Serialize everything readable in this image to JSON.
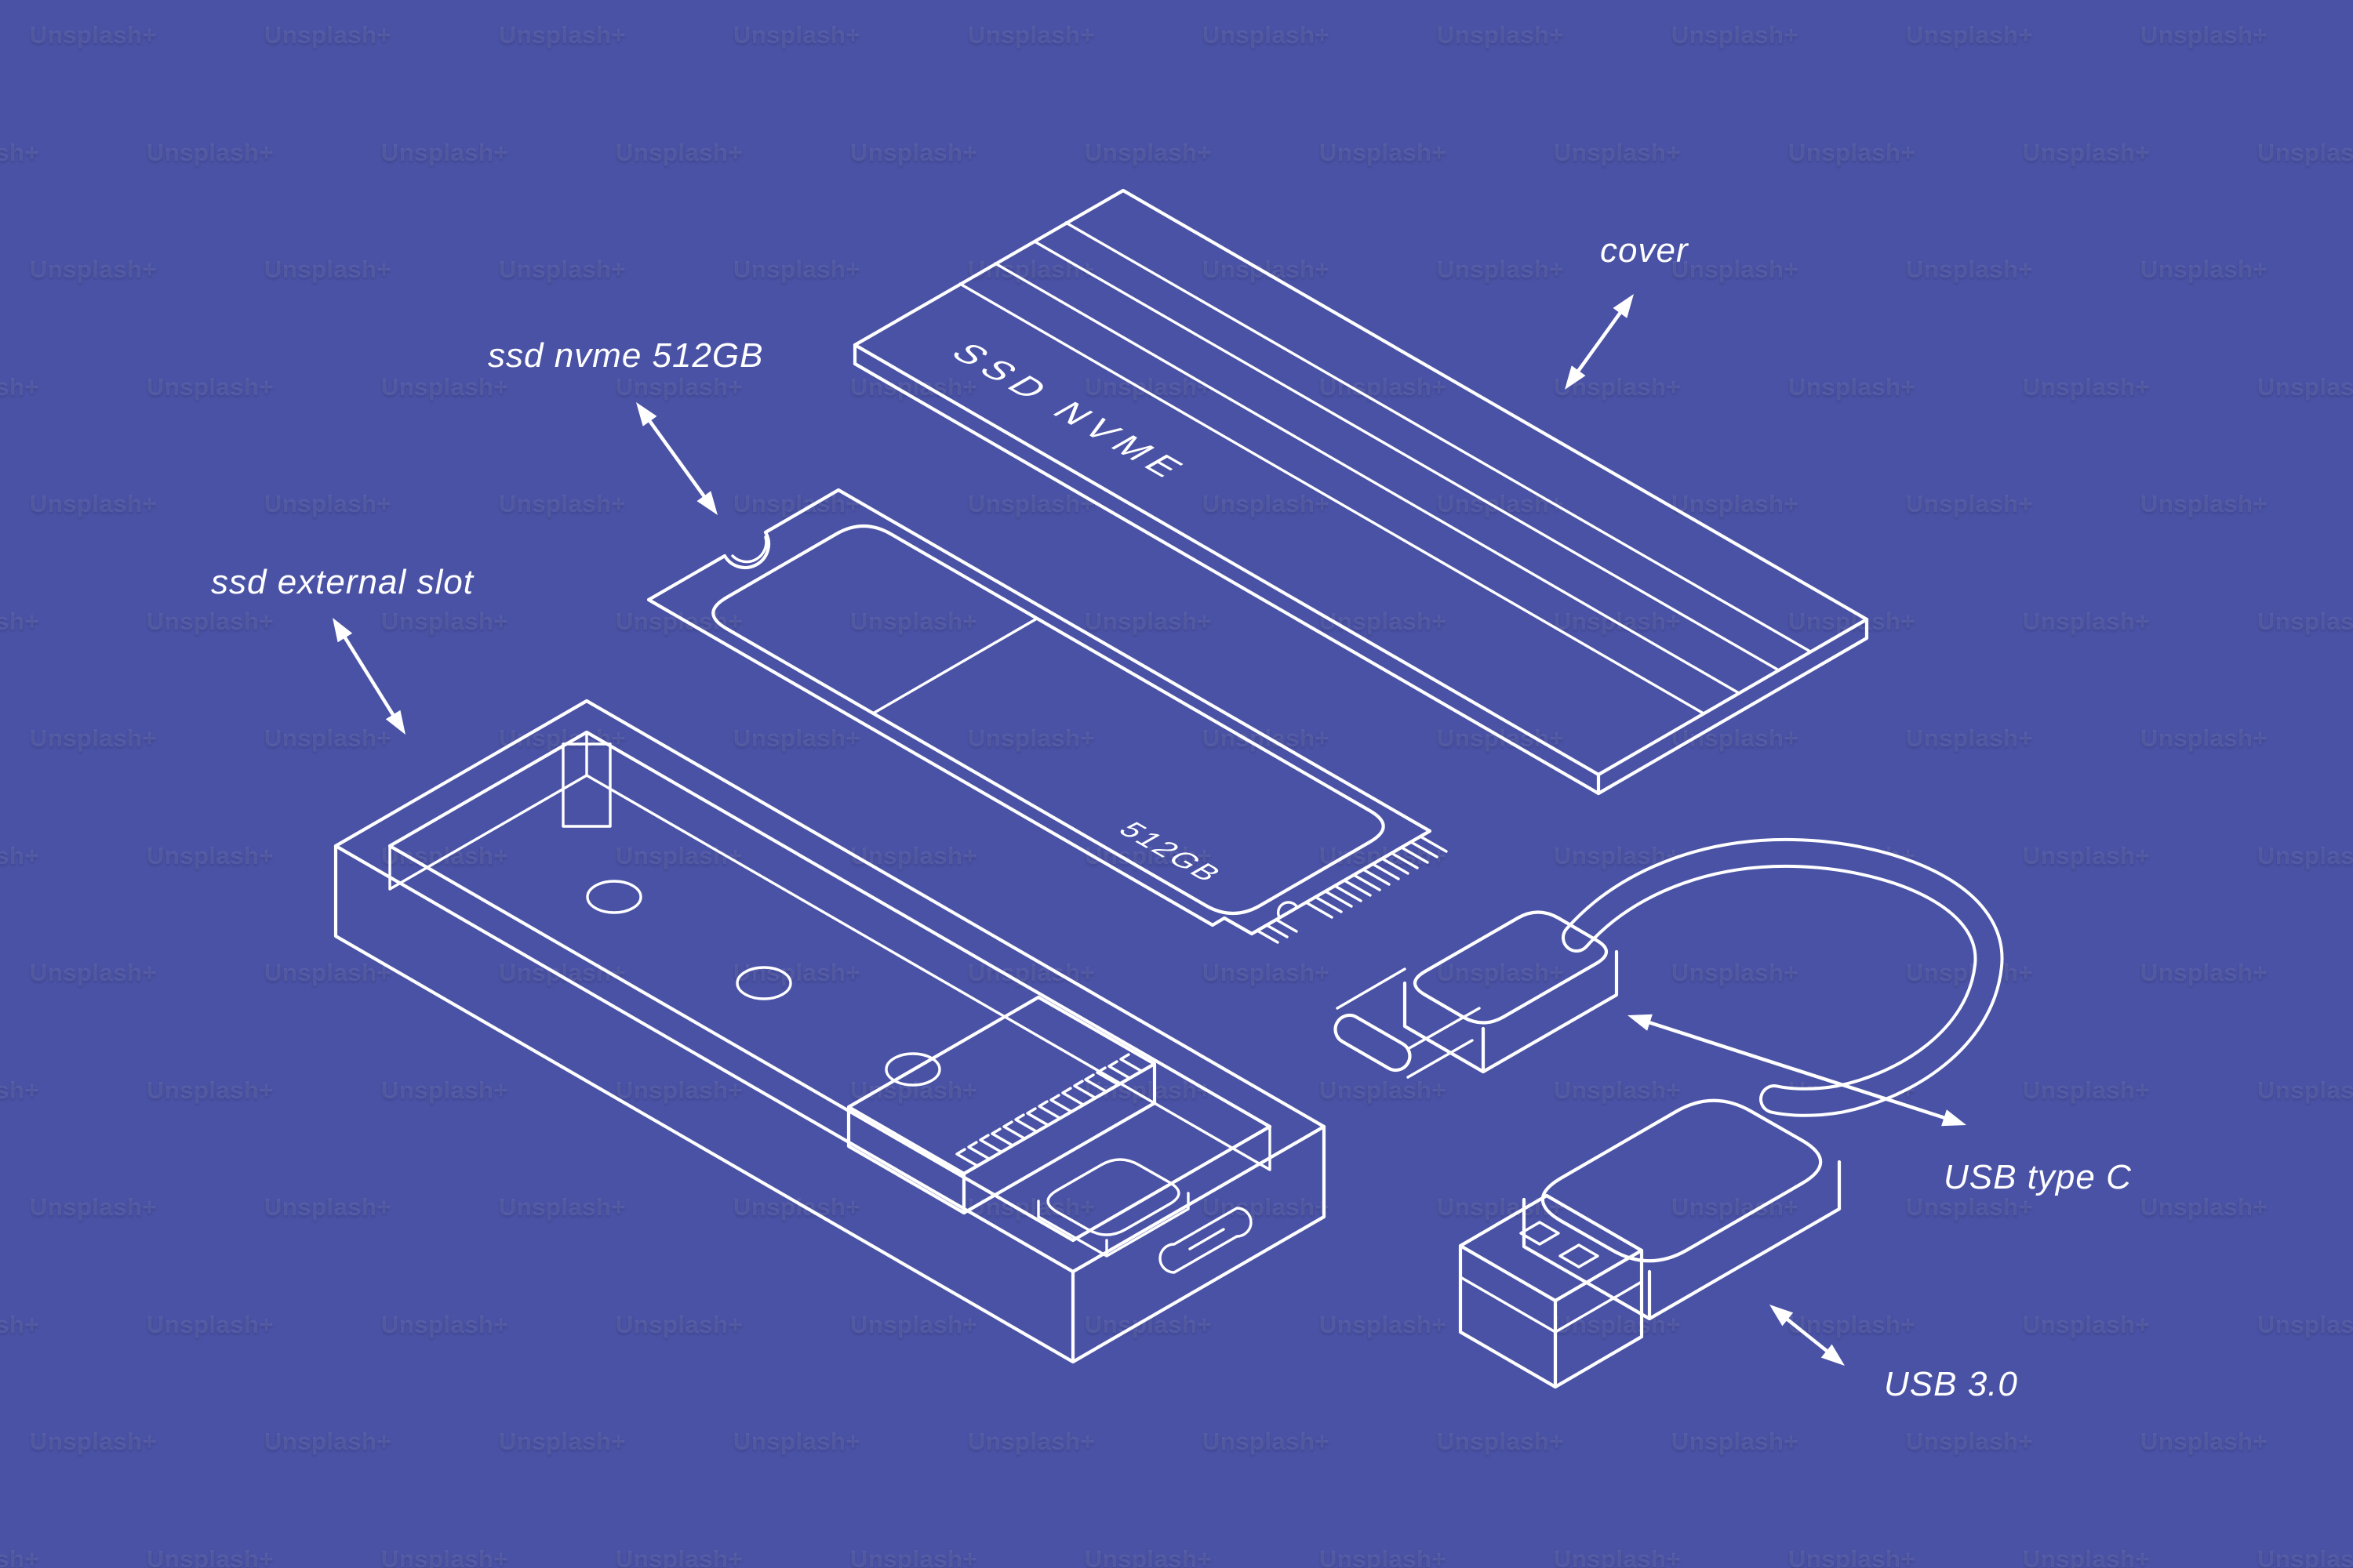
{
  "image": {
    "background_color": "#4a52a5",
    "line_color": "#ffffff"
  },
  "watermark": {
    "text": "Unsplash+"
  },
  "labels": {
    "cover": "cover",
    "ssd_nvme": "ssd nvme 512GB",
    "external_slot": "ssd external slot",
    "usb_type_c": "USB type C",
    "usb_3_0": "USB 3.0"
  },
  "part_texts": {
    "cover_face": "SSD NVME",
    "ssd_capacity": "512GB"
  }
}
